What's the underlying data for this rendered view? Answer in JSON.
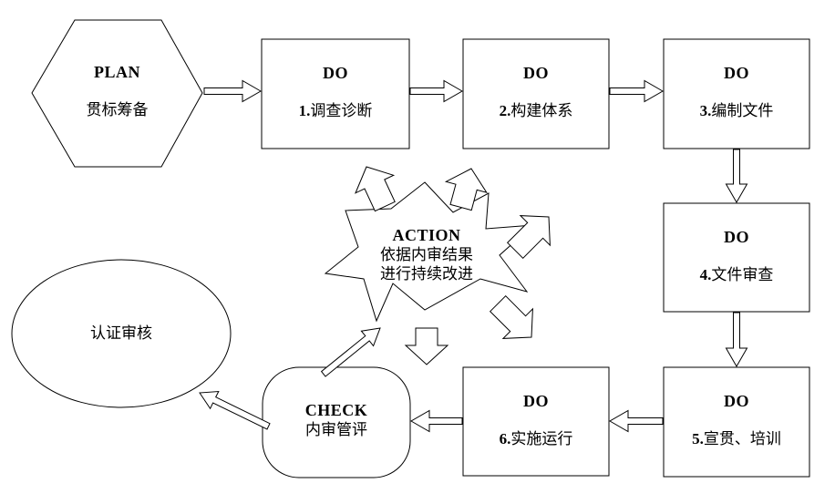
{
  "diagram": {
    "plan": {
      "title": "PLAN",
      "subtitle": "贯标筹备"
    },
    "do_boxes": [
      {
        "title": "DO",
        "num": "1.",
        "label": "调查诊断"
      },
      {
        "title": "DO",
        "num": "2.",
        "label": "构建体系"
      },
      {
        "title": "DO",
        "num": "3.",
        "label": "编制文件"
      },
      {
        "title": "DO",
        "num": "4.",
        "label": "文件审查"
      },
      {
        "title": "DO",
        "num": "5.",
        "label": "宣贯、培训"
      },
      {
        "title": "DO",
        "num": "6.",
        "label": "实施运行"
      }
    ],
    "check": {
      "title": "CHECK",
      "subtitle": "内审管评"
    },
    "action": {
      "title": "ACTION",
      "line1": "依据内审结果",
      "line2": "进行持续改进"
    },
    "audit": {
      "label": "认证审核"
    },
    "colors": {
      "stroke": "#000000",
      "fill": "#ffffff"
    }
  }
}
